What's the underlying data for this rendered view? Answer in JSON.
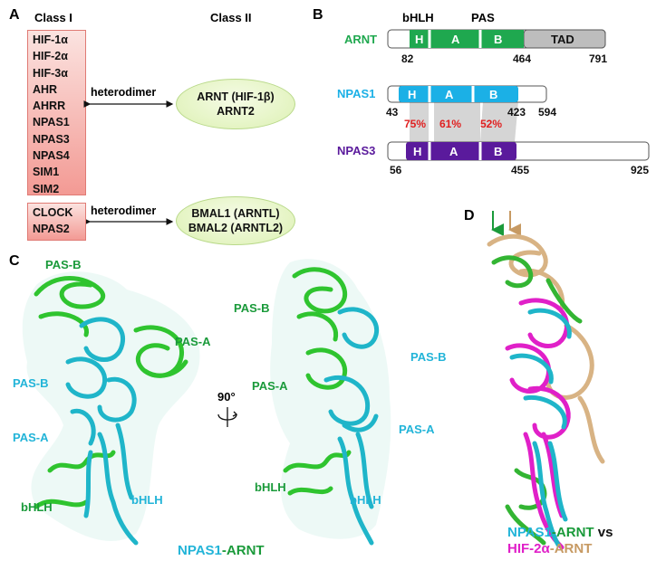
{
  "panel_a": {
    "label": "A",
    "class1_header": "Class I",
    "class2_header": "Class II",
    "group1": {
      "class1_members": [
        "HIF-1α",
        "HIF-2α",
        "HIF-3α",
        "AHR",
        "AHRR",
        "NPAS1",
        "NPAS3",
        "NPAS4",
        "SIM1",
        "SIM2"
      ],
      "relation": "heterodimer",
      "class2_members": [
        "ARNT (HIF-1β)",
        "ARNT2"
      ]
    },
    "group2": {
      "class1_members": [
        "CLOCK",
        "NPAS2"
      ],
      "relation": "heterodimer",
      "class2_members": [
        "BMAL1 (ARNTL)",
        "BMAL2 (ARNTL2)"
      ]
    }
  },
  "panel_b": {
    "label": "B",
    "header_bhlh": "bHLH",
    "header_pas": "PAS",
    "proteins": [
      {
        "name": "ARNT",
        "color": "#1fa84f",
        "domains": [
          "H",
          "A",
          "B",
          "TAD"
        ],
        "numbers": [
          "82",
          "464",
          "791"
        ]
      },
      {
        "name": "NPAS1",
        "color": "#1bb0e6",
        "domains": [
          "H",
          "A",
          "B"
        ],
        "numbers": [
          "43",
          "423",
          "594"
        ]
      },
      {
        "name": "NPAS3",
        "color": "#5a1a9c",
        "domains": [
          "H",
          "A",
          "B"
        ],
        "numbers": [
          "56",
          "455",
          "925"
        ]
      }
    ],
    "identity": [
      "75%",
      "61%",
      "52%"
    ],
    "colors": {
      "tad": "#bdbdbd",
      "homology_band": "#d5d5d5",
      "identity_text": "#e02020"
    }
  },
  "panel_c": {
    "label": "C",
    "left_labels": {
      "pas_b_top": "PAS-B",
      "pas_a_right": "PAS-A",
      "pas_b_left": "PAS-B",
      "pas_a_left": "PAS-A",
      "bhlh_green": "bHLH",
      "bhlh_cyan": "bHLH"
    },
    "rotation": "90°",
    "right_labels": {
      "pas_b_green": "PAS-B",
      "pas_b_cyan": "PAS-B",
      "pas_a_green": "PAS-A",
      "pas_a_cyan": "PAS-A",
      "bhlh_green": "bHLH",
      "bhlh_cyan": "bHLH"
    },
    "caption": {
      "part1": "NPAS1",
      "part2": "-ARNT"
    },
    "colors": {
      "npas1": "#22b4d8",
      "arnt": "#1a9a3a"
    }
  },
  "panel_d": {
    "label": "D",
    "caption_line1": {
      "part1": "NPAS1",
      "part2": "-ARNT",
      "part3": " vs"
    },
    "caption_line2": {
      "part1": "HIF-2α",
      "part2": "-ARNT"
    },
    "colors": {
      "npas1": "#22b4d8",
      "arnt_green": "#1a9a3a",
      "hif": "#e020c8",
      "arnt_tan": "#c79a63",
      "arrow_green": "#1a9a3a",
      "arrow_tan": "#c79a63"
    }
  }
}
